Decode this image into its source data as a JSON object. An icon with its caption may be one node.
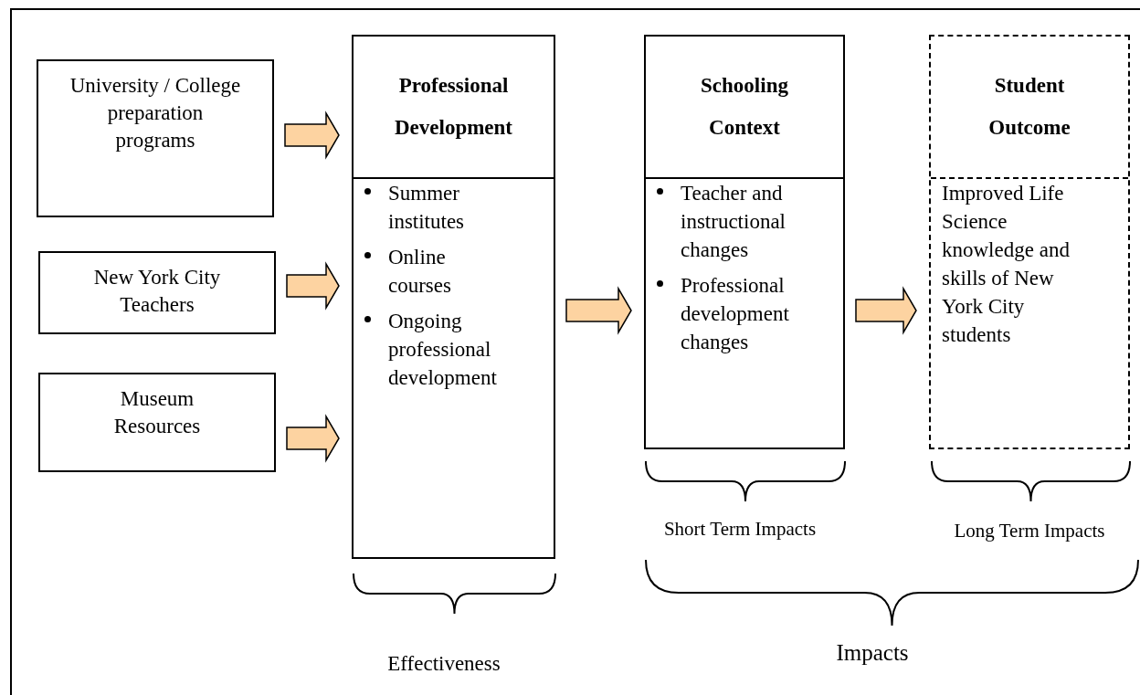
{
  "diagram": {
    "nodes": [
      {
        "text": [
          "University / College preparation programs"
        ]
      },
      {
        "text": [
          "New York City Teachers"
        ]
      },
      {
        "text": [
          "Museum Resources"
        ]
      },
      {
        "text": [
          "Professional Development",
          "Summer institutes",
          "Online courses",
          "Ongoing professional development"
        ]
      },
      {
        "text": [
          "Schooling Context",
          "Teacher and instructional changes",
          "Professional development changes"
        ]
      },
      {
        "text": [
          "Student Outcome",
          "Improved Life Science knowledge and skills of New York City students"
        ]
      }
    ],
    "edges": [
      {
        "from": 0,
        "to": 3,
        "arrow": "to"
      },
      {
        "from": 1,
        "to": 3,
        "arrow": "to"
      },
      {
        "from": 2,
        "to": 3,
        "arrow": "to"
      },
      {
        "from": 3,
        "to": 4,
        "arrow": "to"
      },
      {
        "from": 4,
        "to": 5,
        "arrow": "to"
      }
    ],
    "labels": [
      "Short Term Impacts",
      "Long Term Impacts",
      "Effectiveness",
      "Impacts"
    ]
  }
}
